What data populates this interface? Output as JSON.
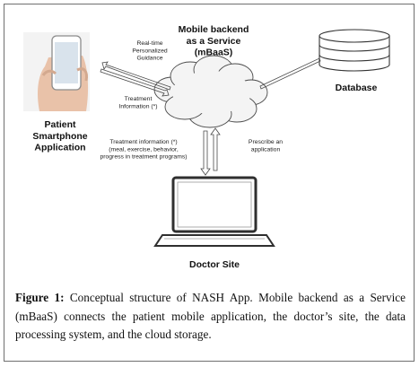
{
  "nodes": {
    "mbaas": "Mobile backend\nas a Service\n(mBaaS)",
    "database": "Database",
    "patient": "Patient\nSmartphone\nApplication",
    "doctor": "Doctor Site"
  },
  "edges": {
    "realtime_guidance": "Real-time\nPersonalized\nGuidance",
    "treatment_info_to_cloud": "Treatment\nInformation (*)",
    "treatment_info_to_doctor": "Treatment information (*)\n(meal, exercise, behavior,\nprogress in treatment programs)",
    "prescribe": "Prescribe an\napplication"
  },
  "caption": {
    "label": "Figure 1:",
    "text": "Conceptual structure of NASH App. Mobile backend as a Service (mBaaS) connects the patient mobile application, the doctor’s site, the data processing system, and the cloud storage."
  }
}
